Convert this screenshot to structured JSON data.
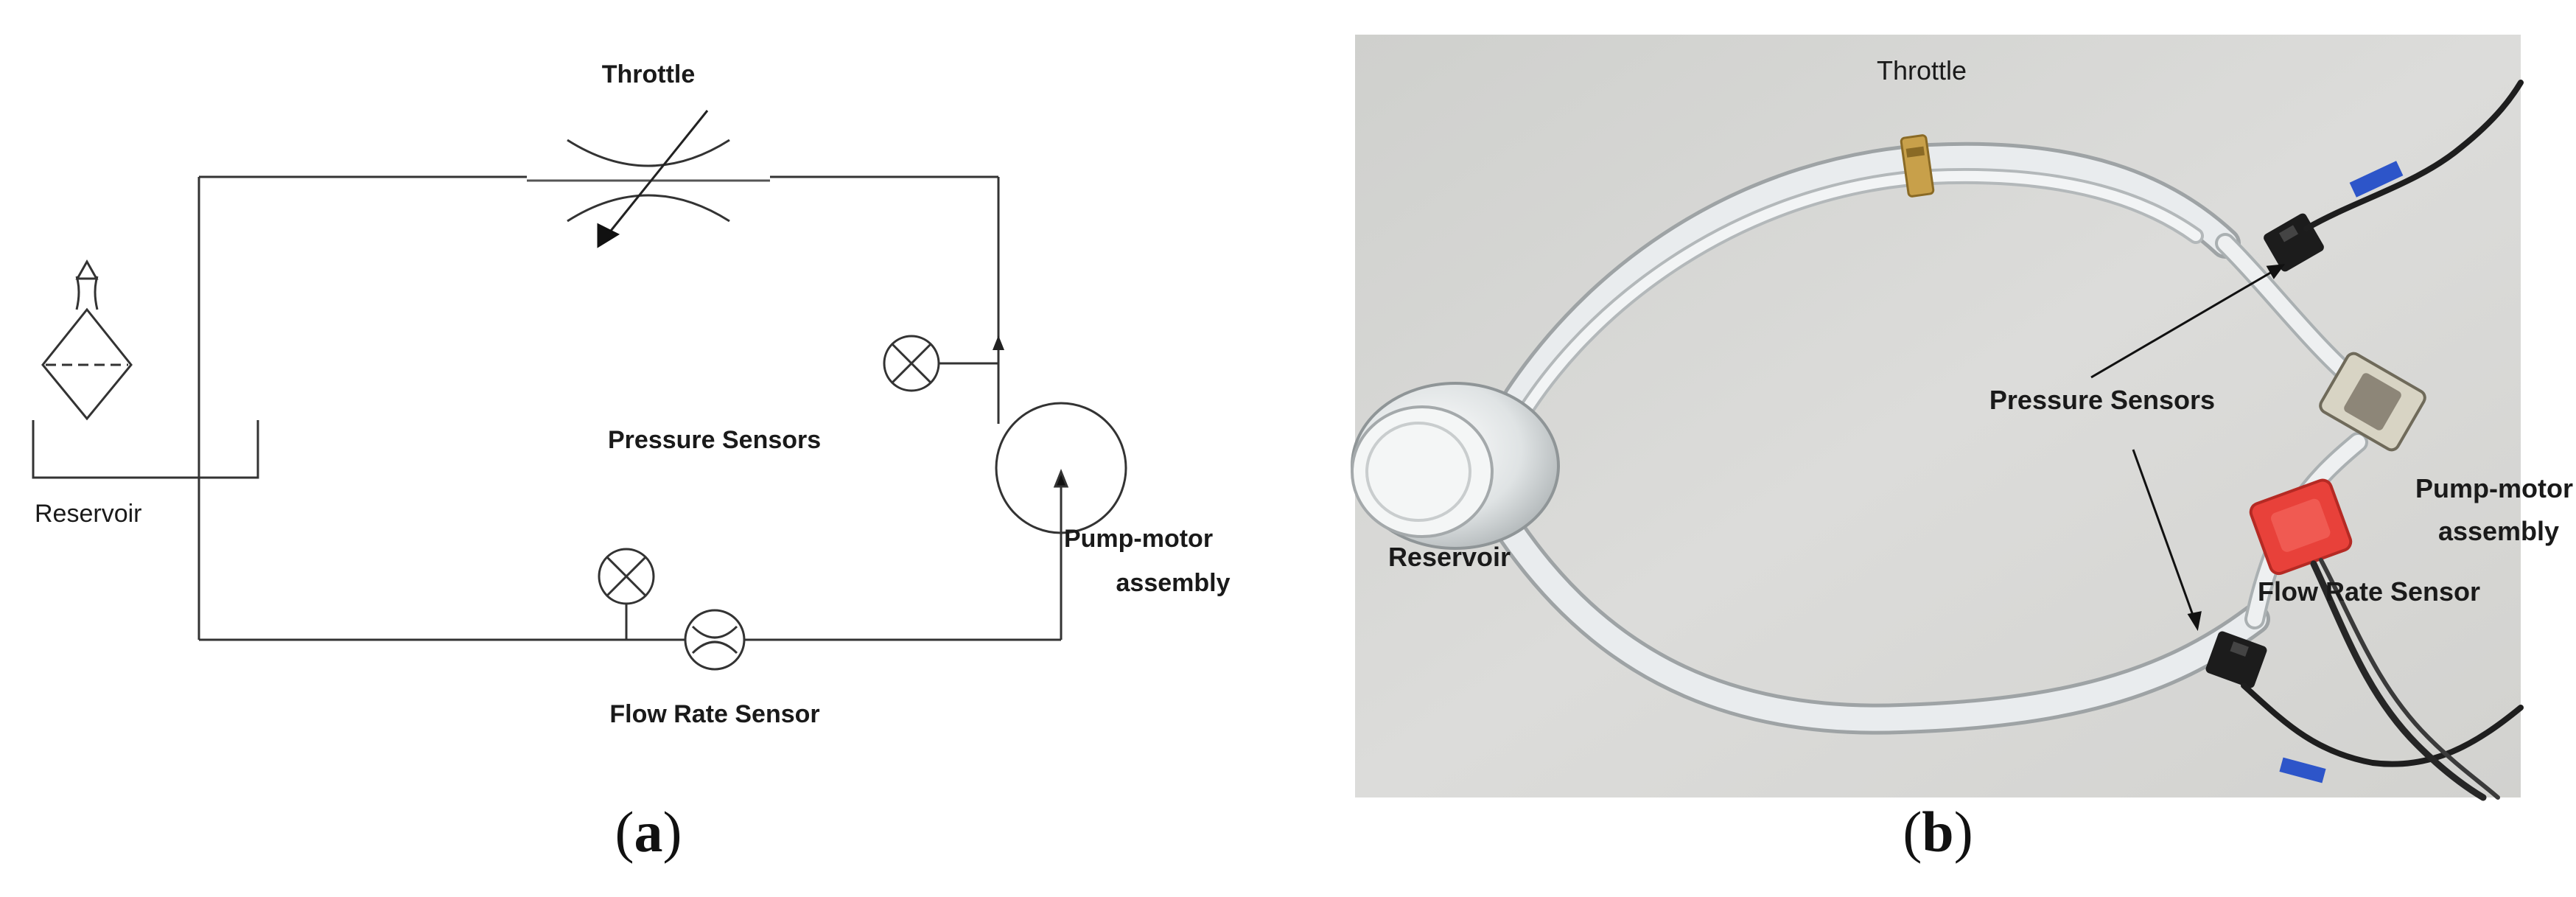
{
  "panel_a": {
    "caption_open": "(",
    "caption_letter": "a",
    "caption_close": ")",
    "labels": {
      "throttle": "Throttle",
      "reservoir": "Reservoir",
      "pressure_sensors": "Pressure Sensors",
      "pump_motor_line1": "Pump-motor",
      "pump_motor_line2": "assembly",
      "flow_rate_sensor": "Flow Rate Sensor"
    }
  },
  "panel_b": {
    "caption_open": "(",
    "caption_letter": "b",
    "caption_close": ")",
    "labels": {
      "throttle": "Throttle",
      "pressure_sensors": "Pressure Sensors",
      "pump_motor_line1": "Pump-motor",
      "pump_motor_line2": "assembly",
      "reservoir": "Reservoir",
      "flow_rate_sensor": "Flow Rate Sensor"
    }
  },
  "colors": {
    "line": "#333333",
    "photo_background": "#d9d9d7",
    "tube": "#eef0f1",
    "sensor_black": "#1c1c1c",
    "flow_sensor_red": "#e8413a",
    "tape_blue": "#2d55c9",
    "brass": "#c8a04a"
  }
}
